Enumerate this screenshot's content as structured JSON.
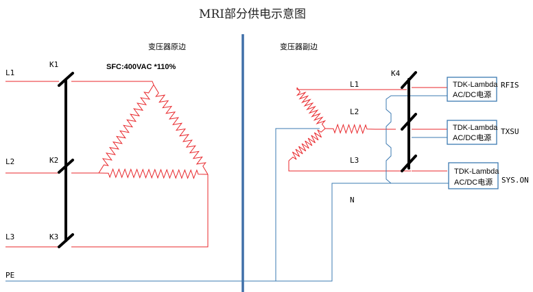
{
  "title": "MRI部分供电示意图",
  "primary_label": "变压器原边",
  "secondary_label": "变压器副边",
  "spec": "SFC:400VAC *110%",
  "inputs": {
    "l1": "L1",
    "l2": "L2",
    "l3": "L3",
    "pe": "PE"
  },
  "switches": {
    "k1": "K1",
    "k2": "K2",
    "k3": "K3",
    "k4": "K4"
  },
  "secondary_phases": {
    "l1": "L1",
    "l2": "L2",
    "l3": "L3",
    "n": "N"
  },
  "supplies": [
    {
      "line1": "TDK-Lambda",
      "line2": "AC/DC电源",
      "output": "RFIS"
    },
    {
      "line1": "TDK-Lambda",
      "line2": "AC/DC电源",
      "output": "TXSU"
    },
    {
      "line1": "TDK-Lambda",
      "line2": "AC/DC电源",
      "output": "SYS.ON"
    }
  ],
  "colors": {
    "phase": "#e8262a",
    "neutral": "#3a78b0",
    "divider": "#3f6fa8",
    "switch": "#000000"
  }
}
